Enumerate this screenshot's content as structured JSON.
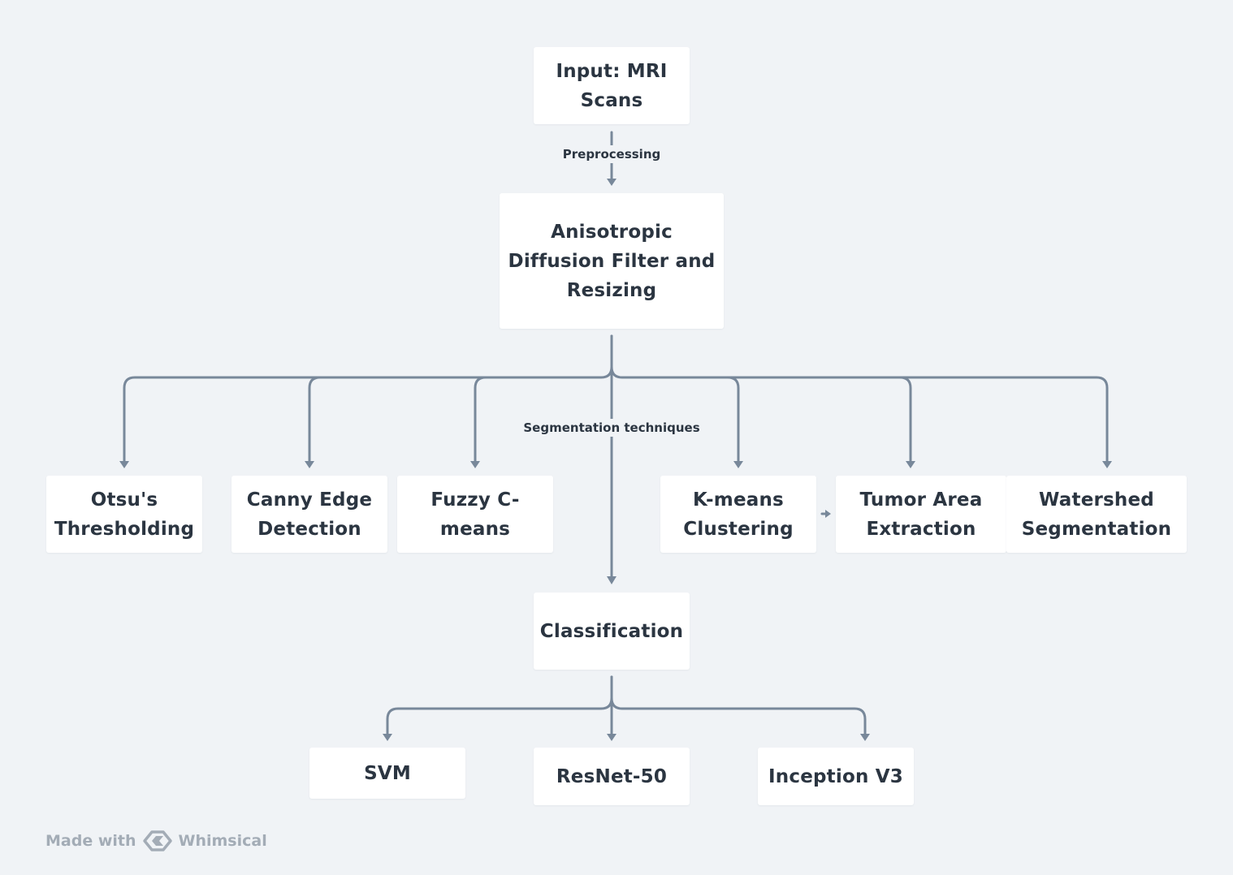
{
  "nodes": {
    "input": "Input: MRI Scans",
    "filter": "Anisotropic Diffusion Filter and Resizing",
    "otsu": "Otsu's Thresholding",
    "canny": "Canny Edge Detection",
    "fuzzy": "Fuzzy C-means",
    "kmeans": "K-means Clustering",
    "tumor": "Tumor Area Extraction",
    "watershed": "Watershed Segmentation",
    "classification": "Classification",
    "svm": "SVM",
    "resnet": "ResNet-50",
    "inception": "Inception V3"
  },
  "edge_labels": {
    "preprocessing": "Preprocessing",
    "segmentation": "Segmentation techniques"
  },
  "brand": {
    "made_with": "Made with",
    "name": "Whimsical"
  },
  "colors": {
    "background": "#f0f3f6",
    "node": "#ffffff",
    "connector": "#78889a",
    "text": "#2b3541"
  }
}
